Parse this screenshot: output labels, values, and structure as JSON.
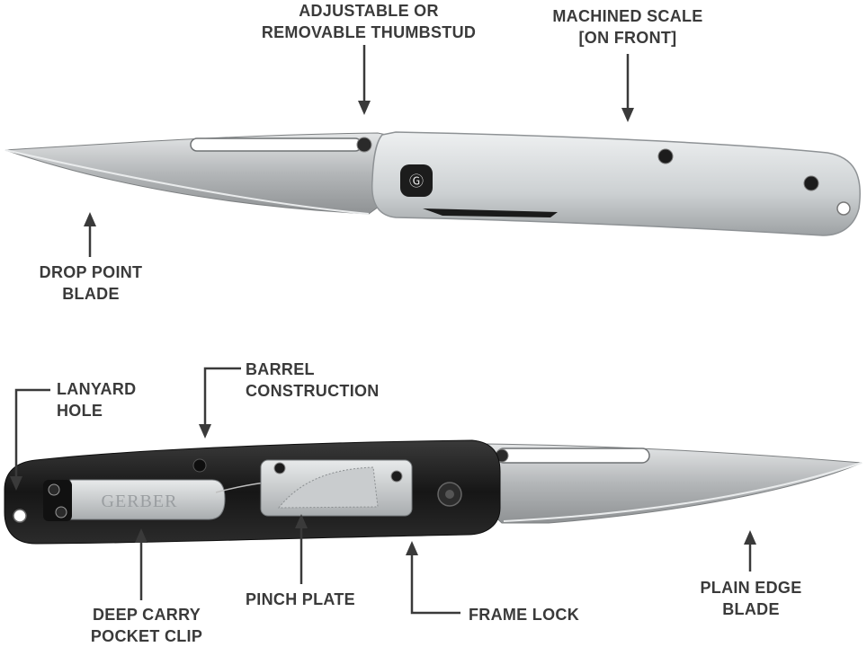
{
  "callouts": {
    "thumbstud": [
      "ADJUSTABLE OR",
      "REMOVABLE THUMBSTUD"
    ],
    "machined_scale": [
      "MACHINED SCALE",
      "[ON FRONT]"
    ],
    "drop_point": [
      "DROP POINT",
      "BLADE"
    ],
    "barrel": [
      "BARREL",
      "CONSTRUCTION"
    ],
    "lanyard": [
      "LANYARD",
      "HOLE"
    ],
    "clip": [
      "DEEP CARRY",
      "POCKET CLIP"
    ],
    "pinch_plate": [
      "PINCH PLATE"
    ],
    "frame_lock": [
      "FRAME LOCK"
    ],
    "plain_edge": [
      "PLAIN EDGE",
      "BLADE"
    ]
  },
  "clip_brand": "GERBER",
  "colors": {
    "label": "#3a3a3a",
    "blade": "#b9bcbe",
    "scale": "#d3d6d8",
    "frame_dark": "#1e1e1e"
  }
}
